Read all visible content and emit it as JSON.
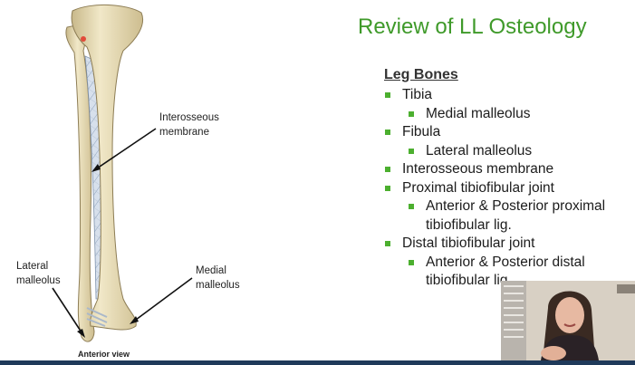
{
  "slide": {
    "title": "Review of LL Osteology",
    "heading": "Leg Bones",
    "bullets": [
      {
        "text": "Tibia",
        "level": 1
      },
      {
        "text": "Medial malleolus",
        "level": 2
      },
      {
        "text": "Fibula",
        "level": 1
      },
      {
        "text": "Lateral malleolus",
        "level": 2
      },
      {
        "text": "Interosseous membrane",
        "level": 1
      },
      {
        "text": "Proximal tibiofibular joint",
        "level": 1
      },
      {
        "text": "Anterior & Posterior proximal tibiofibular lig.",
        "level": 2
      },
      {
        "text": "Distal tibiofibular joint",
        "level": 1
      },
      {
        "text": "Anterior & Posterior distal tibiofibular lig.",
        "level": 2
      }
    ],
    "colors": {
      "title": "#3f9a2a",
      "bullet": "#4caf2f",
      "bone": "#e8dcb8",
      "membrane": "#c9d6e6"
    }
  },
  "diagram": {
    "labels": {
      "interosseous": [
        "Interosseous",
        "membrane"
      ],
      "lateral": [
        "Lateral",
        "malleolus"
      ],
      "medial": [
        "Medial",
        "malleolus"
      ]
    },
    "caption": "Anterior view"
  },
  "webcam": {
    "description_icon": "presenter-video-icon"
  }
}
